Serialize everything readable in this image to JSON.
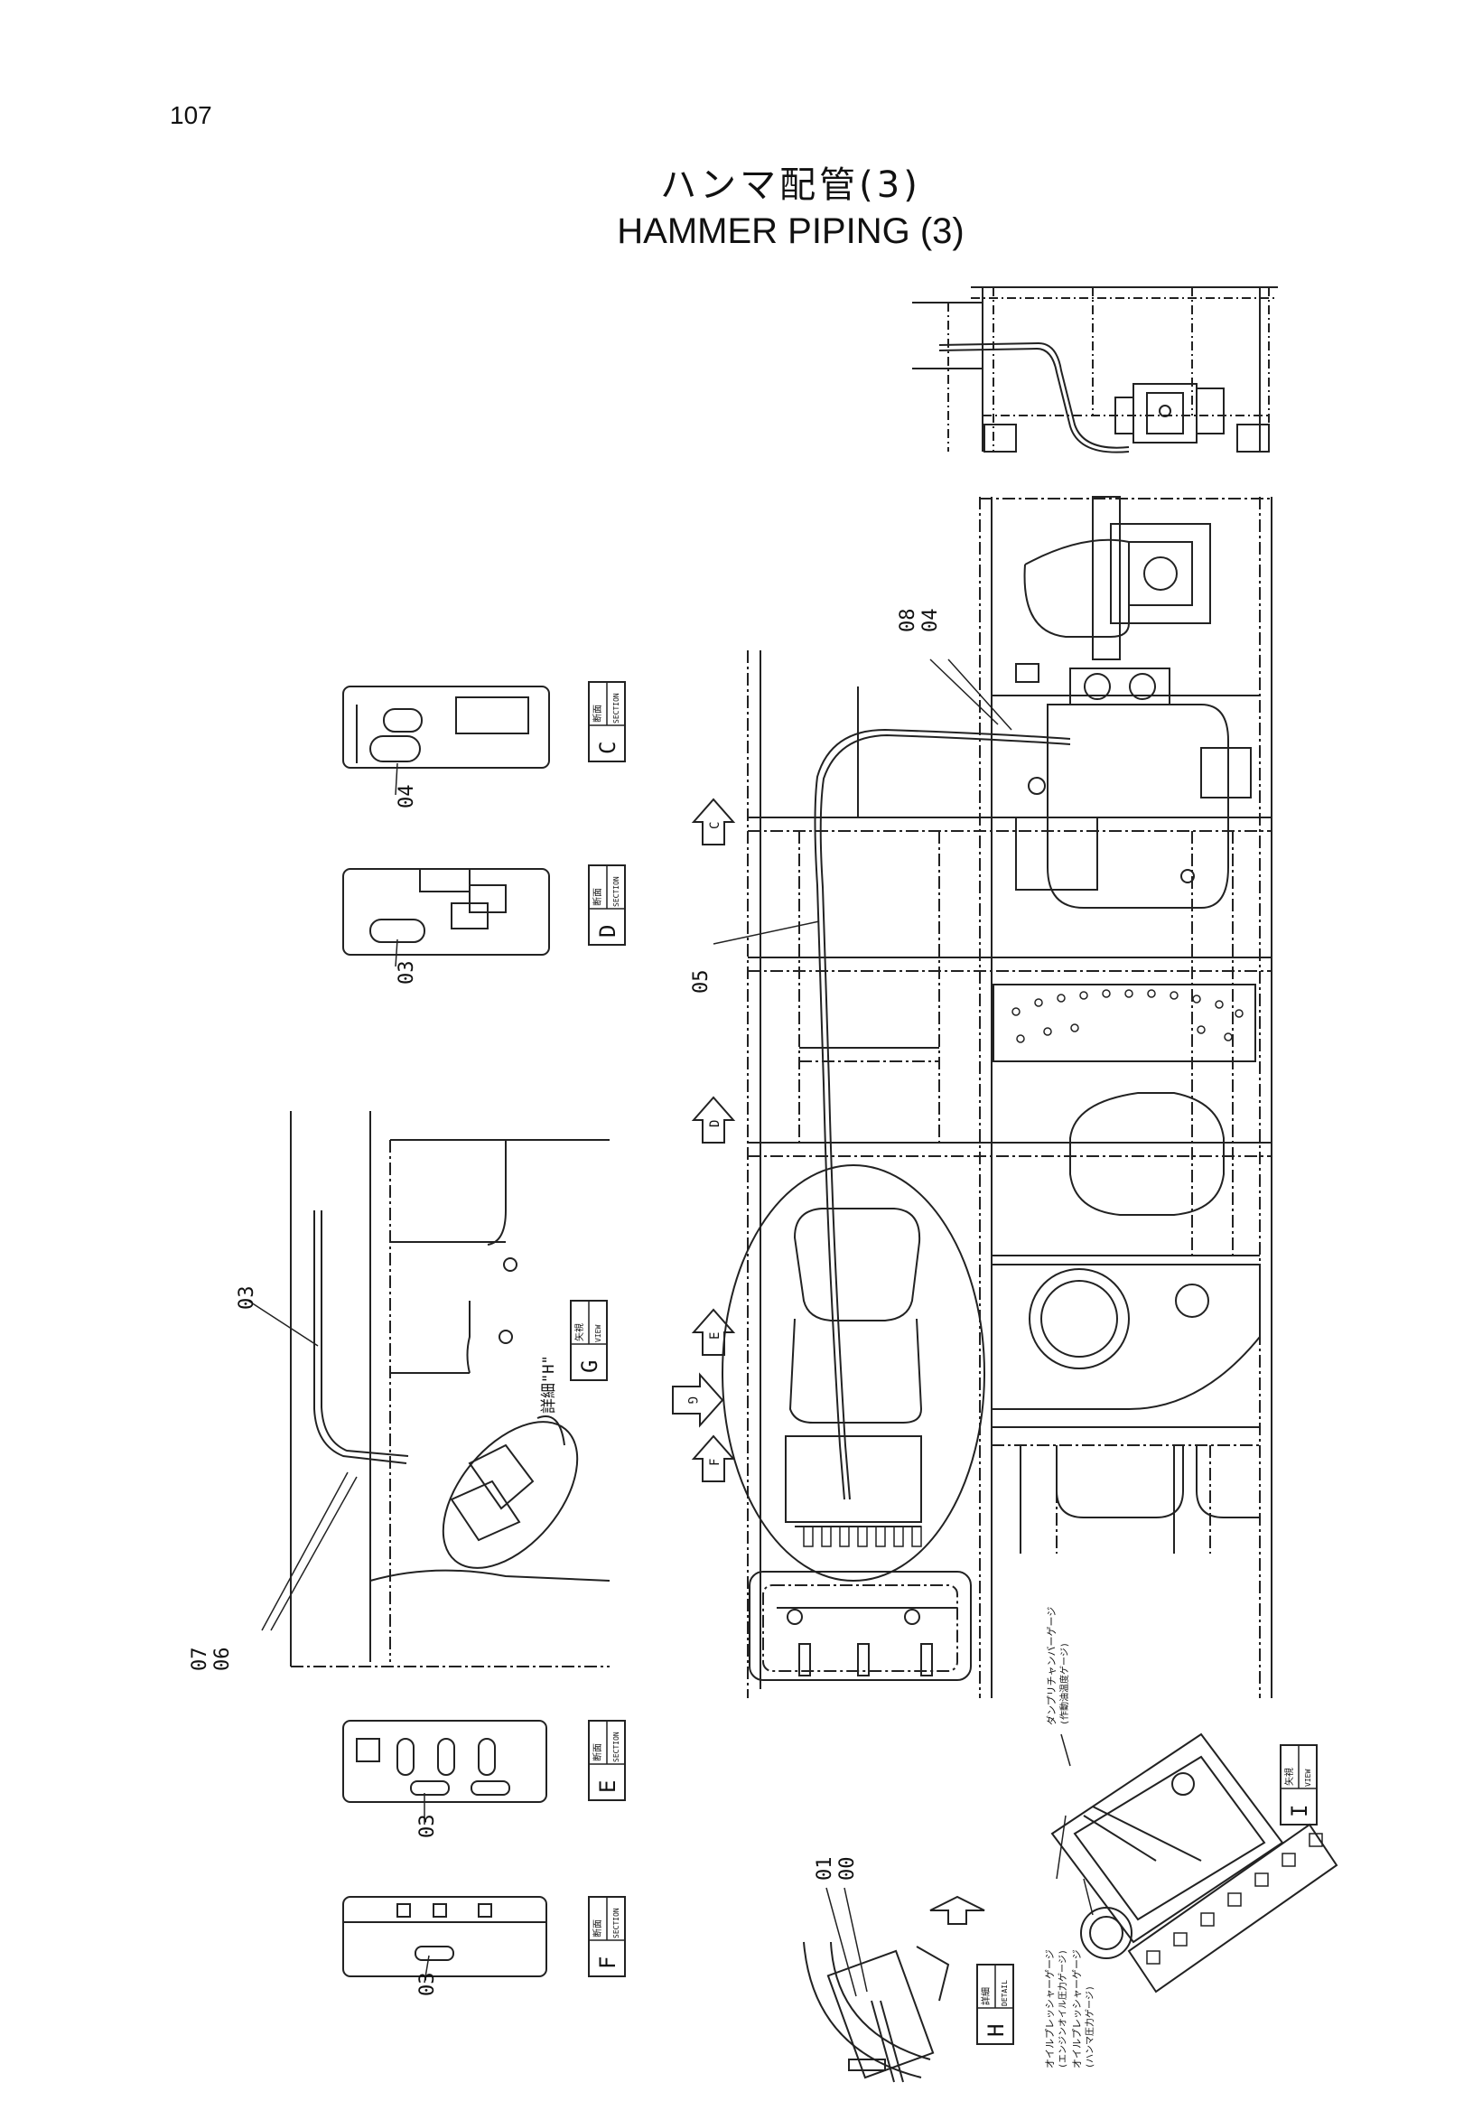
{
  "page": {
    "number": "107",
    "title_jp": "ハンマ配管(3)",
    "title_en": "HAMMER PIPING (3)"
  },
  "part_callouts": [
    "08",
    "04",
    "05",
    "04",
    "03",
    "03",
    "07",
    "06",
    "03",
    "03",
    "01",
    "00"
  ],
  "view_labels": [
    {
      "kind_jp": "断面",
      "kind_en": "SECTION",
      "letter": "C"
    },
    {
      "kind_jp": "断面",
      "kind_en": "SECTION",
      "letter": "D"
    },
    {
      "kind_jp": "矢視",
      "kind_en": "VIEW",
      "letter": "G"
    },
    {
      "kind_jp": "断面",
      "kind_en": "SECTION",
      "letter": "E"
    },
    {
      "kind_jp": "断面",
      "kind_en": "SECTION",
      "letter": "F"
    },
    {
      "kind_jp": "詳細",
      "kind_en": "DETAIL",
      "letter": "H"
    },
    {
      "kind_jp": "矢視",
      "kind_en": "VIEW",
      "letter": "I"
    }
  ],
  "arrow_markers": [
    "C",
    "D",
    "E",
    "G",
    "F"
  ],
  "notes": {
    "detail_h": "詳細\"H\"",
    "gauge_1": "オイルプレッシャーゲージ",
    "gauge_1_sub": "(エンジンオイル圧力ゲージ)",
    "gauge_2": "オイルプレッシャーゲージ",
    "gauge_2_sub": "(ハンマ圧力ゲージ)",
    "damper": "ダンプリチャンバーゲージ",
    "damper_sub": "(作動油温度ゲージ)"
  }
}
